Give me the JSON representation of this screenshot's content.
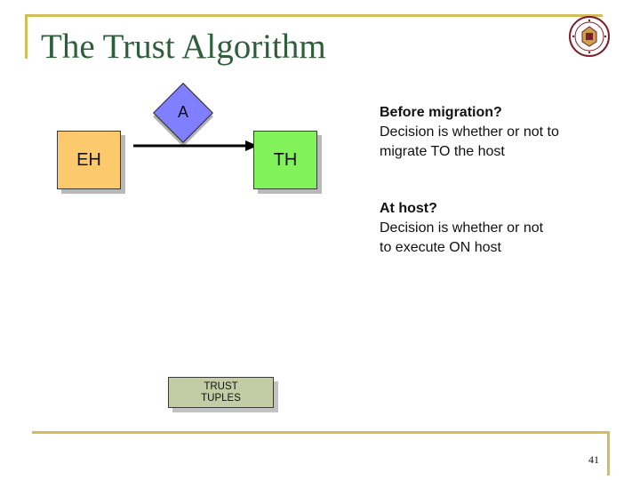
{
  "slide": {
    "title": "The Trust Algorithm",
    "page_number": "41",
    "accent_color": "#d3bd5a",
    "title_color": "#2f5f3a"
  },
  "diagram": {
    "agent_label": "A",
    "eh_label": "EH",
    "th_label": "TH",
    "trust_tuples_line1": "TRUST",
    "trust_tuples_line2": "TUPLES",
    "colors": {
      "agent": "#7f7fff",
      "eh": "#fcc96d",
      "th": "#82f25a",
      "trust_tuples": "#c4cca5"
    }
  },
  "notes": {
    "before_migration": {
      "heading": "Before migration?",
      "body": "Decision is whether or not to migrate TO the host"
    },
    "at_host": {
      "heading": "At host?",
      "body": "Decision is whether or not to execute ON host"
    }
  },
  "logo": {
    "icon": "university-seal-icon"
  }
}
